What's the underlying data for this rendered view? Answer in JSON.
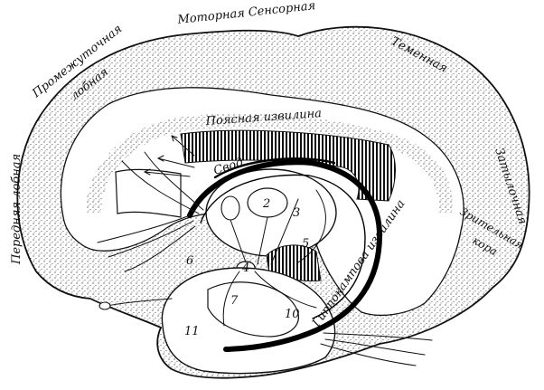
{
  "labels": {
    "motor_sensory": "Моторная Сенсорная",
    "intermediate_frontal_1": "Промежуточная",
    "intermediate_frontal_2": "лобная",
    "parietal": "Теменная",
    "cingulate_gyrus": "Поясная извилина",
    "fornix": "Свод",
    "anterior_frontal": "Передняя лобная",
    "occipital": "Затылочная",
    "visual_cortex_1": "Зрительная",
    "visual_cortex_2": "кора",
    "hippocampal_gyrus": "Гиппокампова извилина"
  },
  "numbers": [
    "2",
    "3",
    "4",
    "5",
    "6",
    "7",
    "10",
    "11"
  ]
}
